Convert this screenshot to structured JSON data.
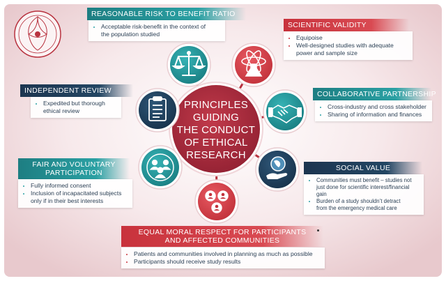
{
  "center": {
    "title_lines": [
      "PRINCIPLES",
      "GUIDING",
      "THE CONDUCT",
      "OF ETHICAL",
      "RESEARCH"
    ]
  },
  "principles": {
    "risk": {
      "title": "REASONABLE RISK TO BENEFIT RATIO",
      "items": [
        "Acceptable risk-benefit in the context of",
        "the population studied"
      ]
    },
    "validity": {
      "title": "SCIENTIFIC VALIDITY",
      "items": [
        "Equipoise",
        "Well-designed studies with adequate",
        "power and sample size"
      ]
    },
    "review": {
      "title": "INDEPENDENT REVIEW",
      "items": [
        "Expedited but thorough",
        "ethical review"
      ]
    },
    "partnership": {
      "title": "COLLABORATIVE PARTNERSHIP",
      "items": [
        "Cross-industry and cross stakeholder",
        "Sharing of information and finances"
      ]
    },
    "voluntary": {
      "title_lines": [
        "FAIR AND VOLUNTARY",
        "PARTICIPATION"
      ],
      "items": [
        "Fully informed consent",
        "Inclusion of incapacitated subjects",
        "only if in their best interests"
      ]
    },
    "social": {
      "title": "SOCIAL VALUE",
      "items": [
        "Communities must benefit – studies not",
        "just done for scientific interest/financial gain",
        "Burden of a study shouldn’t detract",
        "from the emergency medical care"
      ]
    },
    "respect": {
      "title_lines": [
        "EQUAL MORAL RESPECT FOR PARTICIPANTS",
        "AND AFFECTED COMMUNITIES"
      ],
      "items": [
        "Patients and communities involved in planning as much as possible",
        "Participants should receive study results"
      ]
    }
  },
  "colors": {
    "teal": "#2aa0a3",
    "navy": "#234663",
    "red": "#d94a52",
    "center": "#a3283a",
    "background": "#f2dde0"
  },
  "icons": {
    "risk": "scales-of-justice-icon",
    "validity": "atom-flask-icon",
    "review": "clipboard-checklist-icon",
    "partnership": "handshake-icon",
    "voluntary": "people-group-icon",
    "social": "globe-in-hand-icon",
    "respect": "participants-icon"
  }
}
